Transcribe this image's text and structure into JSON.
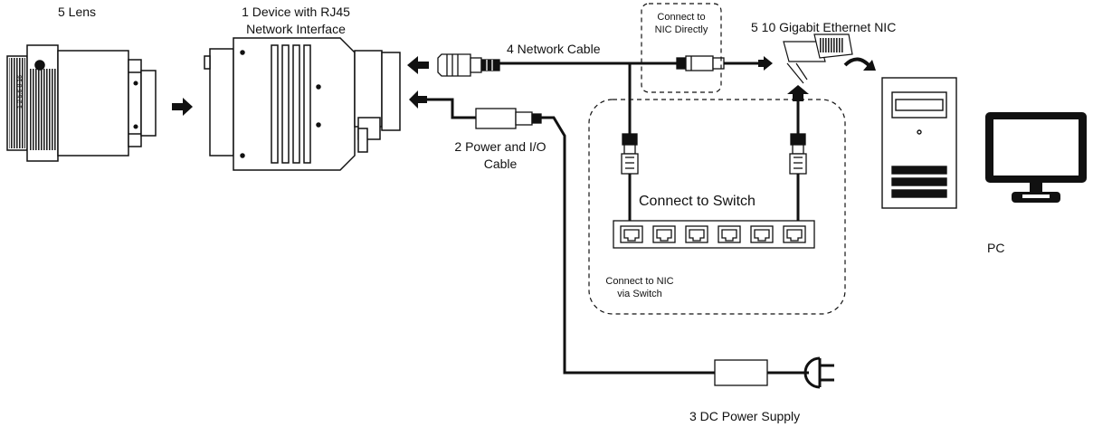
{
  "labels": {
    "lens": "5 Lens",
    "device_line1": "1 Device with RJ45",
    "device_line2": "Network Interface",
    "network_cable": "4 Network Cable",
    "nic_direct_line1": "Connect to",
    "nic_direct_line2": "NIC Directly",
    "nic": "5 10 Gigabit Ethernet NIC",
    "power_io_line1": "2 Power and I/O",
    "power_io_line2": "Cable",
    "switch": "Connect to Switch",
    "via_switch_line1": "Connect to NIC",
    "via_switch_line2": "via Switch",
    "pc": "PC",
    "dc_supply": "3 DC Power Supply"
  },
  "switch_ports": 6,
  "icons": [
    "lens-icon",
    "device-icon",
    "rj45-connector-icon",
    "power-connector-icon",
    "nic-card-icon",
    "pc-tower-icon",
    "monitor-icon",
    "switch-icon",
    "power-adapter-icon",
    "plug-icon",
    "arrow-icon"
  ]
}
